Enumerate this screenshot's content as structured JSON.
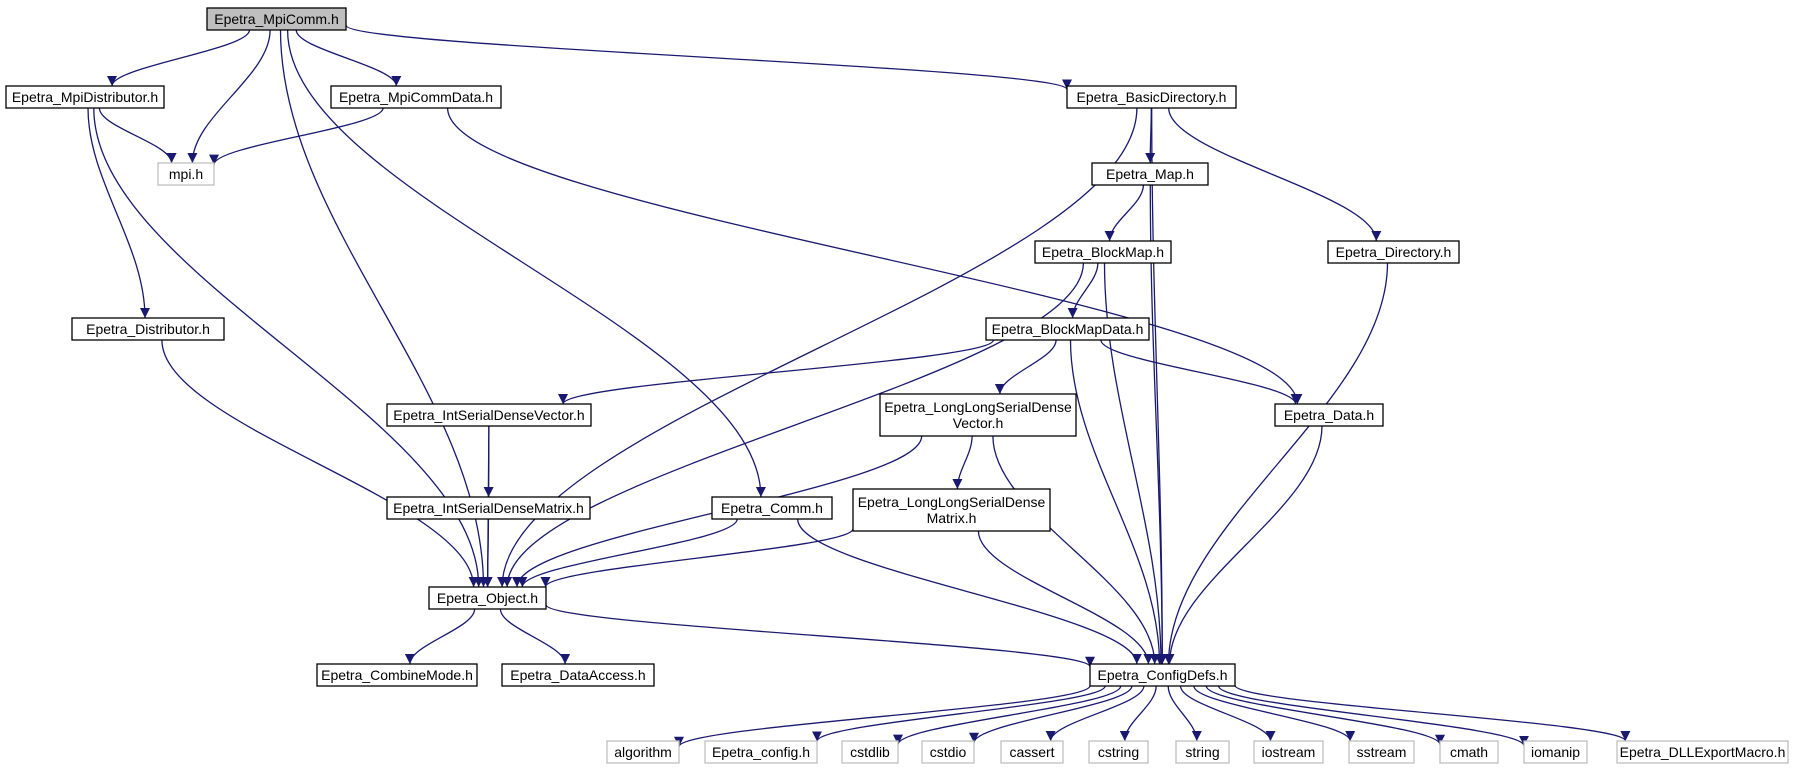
{
  "diagram": {
    "edge_color": "#191970",
    "node_border_color": "#000000",
    "external_border_color": "#bfbfbf",
    "root_fill_color": "#bfbfbf",
    "nodes": [
      {
        "id": "mpicomm",
        "label": "Epetra_MpiComm.h",
        "style": "root"
      },
      {
        "id": "mpidist",
        "label": "Epetra_MpiDistributor.h",
        "style": "normal"
      },
      {
        "id": "mpih",
        "label": "mpi.h",
        "style": "external"
      },
      {
        "id": "mpicommdata",
        "label": "Epetra_MpiCommData.h",
        "style": "normal"
      },
      {
        "id": "basicdir",
        "label": "Epetra_BasicDirectory.h",
        "style": "normal"
      },
      {
        "id": "map",
        "label": "Epetra_Map.h",
        "style": "normal"
      },
      {
        "id": "blockmap",
        "label": "Epetra_BlockMap.h",
        "style": "normal"
      },
      {
        "id": "directory",
        "label": "Epetra_Directory.h",
        "style": "normal"
      },
      {
        "id": "distributor",
        "label": "Epetra_Distributor.h",
        "style": "normal"
      },
      {
        "id": "blockmapdata",
        "label": "Epetra_BlockMapData.h",
        "style": "normal"
      },
      {
        "id": "intsdv",
        "label": "Epetra_IntSerialDenseVector.h",
        "style": "normal"
      },
      {
        "id": "llsdv",
        "label": "Epetra_LongLongSerialDense\nVector.h",
        "style": "normal"
      },
      {
        "id": "data",
        "label": "Epetra_Data.h",
        "style": "normal"
      },
      {
        "id": "intsdm",
        "label": "Epetra_IntSerialDenseMatrix.h",
        "style": "normal"
      },
      {
        "id": "comm",
        "label": "Epetra_Comm.h",
        "style": "normal"
      },
      {
        "id": "llsdm",
        "label": "Epetra_LongLongSerialDense\nMatrix.h",
        "style": "normal"
      },
      {
        "id": "object",
        "label": "Epetra_Object.h",
        "style": "normal"
      },
      {
        "id": "combine",
        "label": "Epetra_CombineMode.h",
        "style": "normal"
      },
      {
        "id": "dataaccess",
        "label": "Epetra_DataAccess.h",
        "style": "normal"
      },
      {
        "id": "configdefs",
        "label": "Epetra_ConfigDefs.h",
        "style": "normal"
      },
      {
        "id": "algorithm",
        "label": "algorithm",
        "style": "external"
      },
      {
        "id": "config",
        "label": "Epetra_config.h",
        "style": "external"
      },
      {
        "id": "cstdlib",
        "label": "cstdlib",
        "style": "external"
      },
      {
        "id": "cstdio",
        "label": "cstdio",
        "style": "external"
      },
      {
        "id": "cassert",
        "label": "cassert",
        "style": "external"
      },
      {
        "id": "cstring",
        "label": "cstring",
        "style": "external"
      },
      {
        "id": "string",
        "label": "string",
        "style": "external"
      },
      {
        "id": "iostream",
        "label": "iostream",
        "style": "external"
      },
      {
        "id": "sstream",
        "label": "sstream",
        "style": "external"
      },
      {
        "id": "cmath",
        "label": "cmath",
        "style": "external"
      },
      {
        "id": "iomanip",
        "label": "iomanip",
        "style": "external"
      },
      {
        "id": "dllexport",
        "label": "Epetra_DLLExportMacro.h",
        "style": "external"
      }
    ],
    "edges": [
      {
        "from": "mpicomm",
        "to": "mpidist"
      },
      {
        "from": "mpicomm",
        "to": "mpih"
      },
      {
        "from": "mpicomm",
        "to": "mpicommdata"
      },
      {
        "from": "mpicomm",
        "to": "basicdir"
      },
      {
        "from": "mpicomm",
        "to": "object"
      },
      {
        "from": "mpicomm",
        "to": "comm"
      },
      {
        "from": "mpidist",
        "to": "mpih"
      },
      {
        "from": "mpidist",
        "to": "distributor"
      },
      {
        "from": "mpidist",
        "to": "object"
      },
      {
        "from": "mpicommdata",
        "to": "mpih"
      },
      {
        "from": "mpicommdata",
        "to": "data"
      },
      {
        "from": "basicdir",
        "to": "map"
      },
      {
        "from": "basicdir",
        "to": "directory"
      },
      {
        "from": "basicdir",
        "to": "object"
      },
      {
        "from": "basicdir",
        "to": "configdefs"
      },
      {
        "from": "map",
        "to": "blockmap"
      },
      {
        "from": "map",
        "to": "configdefs"
      },
      {
        "from": "blockmap",
        "to": "blockmapdata"
      },
      {
        "from": "blockmap",
        "to": "object"
      },
      {
        "from": "blockmap",
        "to": "configdefs"
      },
      {
        "from": "directory",
        "to": "configdefs"
      },
      {
        "from": "distributor",
        "to": "object"
      },
      {
        "from": "blockmapdata",
        "to": "intsdv"
      },
      {
        "from": "blockmapdata",
        "to": "llsdv"
      },
      {
        "from": "blockmapdata",
        "to": "data"
      },
      {
        "from": "blockmapdata",
        "to": "configdefs"
      },
      {
        "from": "intsdv",
        "to": "intsdm"
      },
      {
        "from": "intsdv",
        "to": "object"
      },
      {
        "from": "llsdv",
        "to": "llsdm"
      },
      {
        "from": "llsdv",
        "to": "object"
      },
      {
        "from": "llsdv",
        "to": "configdefs"
      },
      {
        "from": "data",
        "to": "configdefs"
      },
      {
        "from": "intsdm",
        "to": "object"
      },
      {
        "from": "comm",
        "to": "object"
      },
      {
        "from": "comm",
        "to": "configdefs"
      },
      {
        "from": "llsdm",
        "to": "object"
      },
      {
        "from": "llsdm",
        "to": "configdefs"
      },
      {
        "from": "object",
        "to": "combine"
      },
      {
        "from": "object",
        "to": "dataaccess"
      },
      {
        "from": "object",
        "to": "configdefs"
      },
      {
        "from": "configdefs",
        "to": "algorithm"
      },
      {
        "from": "configdefs",
        "to": "config"
      },
      {
        "from": "configdefs",
        "to": "cstdlib"
      },
      {
        "from": "configdefs",
        "to": "cstdio"
      },
      {
        "from": "configdefs",
        "to": "cassert"
      },
      {
        "from": "configdefs",
        "to": "cstring"
      },
      {
        "from": "configdefs",
        "to": "string"
      },
      {
        "from": "configdefs",
        "to": "iostream"
      },
      {
        "from": "configdefs",
        "to": "sstream"
      },
      {
        "from": "configdefs",
        "to": "cmath"
      },
      {
        "from": "configdefs",
        "to": "iomanip"
      },
      {
        "from": "configdefs",
        "to": "dllexport"
      }
    ]
  }
}
